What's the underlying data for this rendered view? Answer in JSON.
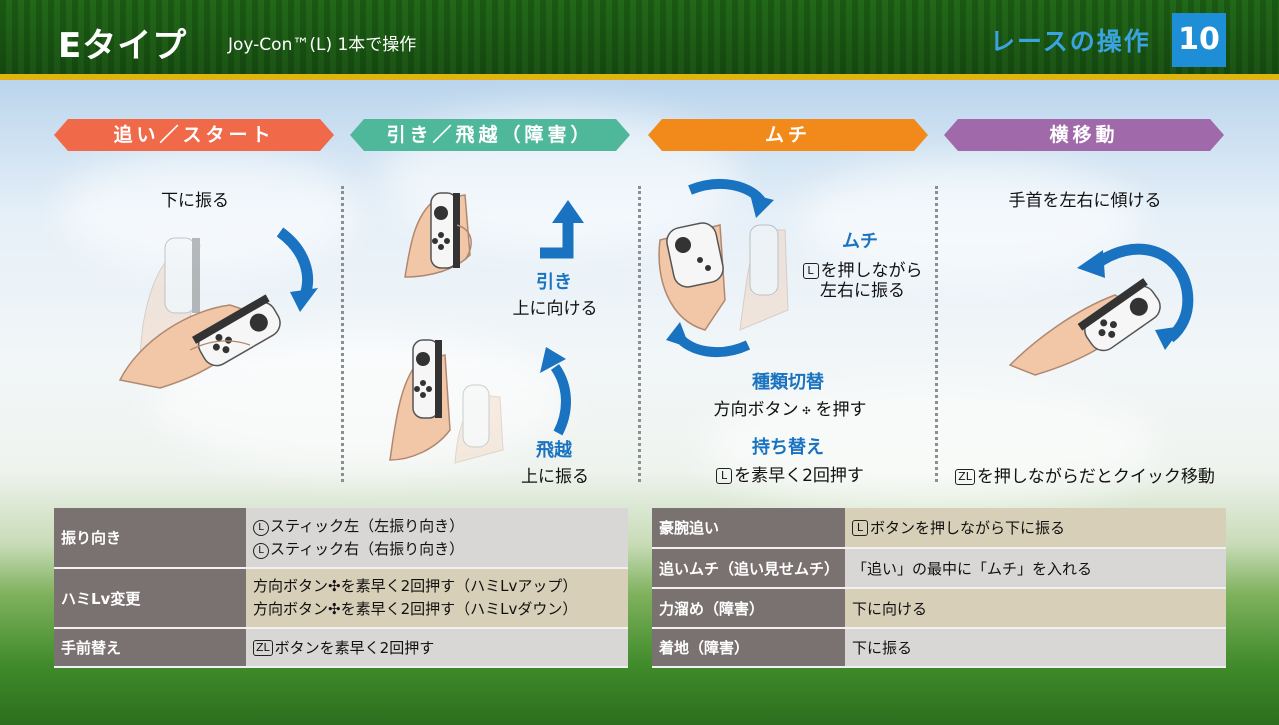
{
  "header": {
    "title": "Eタイプ",
    "subtitle": "Joy-Con™(L) 1本で操作",
    "chapter": "レースの操作",
    "page_number": "10"
  },
  "sections": [
    {
      "banner": "追い／スタート",
      "color": "#f06a4a"
    },
    {
      "banner": "引き／飛越（障害）",
      "color": "#4fb89a"
    },
    {
      "banner": "ムチ",
      "color": "#f18a1b"
    },
    {
      "banner": "横移動",
      "color": "#a069a9"
    }
  ],
  "oi": {
    "instruction": "下に振る"
  },
  "hiki": {
    "pull_title": "引き",
    "pull_desc": "上に向ける",
    "jump_title": "飛越",
    "jump_desc": "上に振る"
  },
  "muchi": {
    "whip_title": "ムチ",
    "whip_key": "L",
    "whip_desc_1": "を押しながら",
    "whip_desc_2": "左右に振る",
    "switch_title": "種類切替",
    "switch_desc_a": "方向ボタン",
    "switch_desc_b": "を押す",
    "grip_title": "持ち替え",
    "grip_key": "L",
    "grip_desc": "を素早く2回押す"
  },
  "side": {
    "instruction": "手首を左右に傾ける",
    "quick_key": "ZL",
    "quick_desc": "を押しながらだとクイック移動"
  },
  "table_left": [
    {
      "head": "振り向き",
      "key": "L",
      "line1": "スティック左（左振り向き）",
      "line2": "スティック右（右振り向き）"
    },
    {
      "head": "ハミLv変更",
      "pre": "方向ボタン",
      "line1": "を素早く2回押す（ハミLvアップ）",
      "line2": "を素早く2回押す（ハミLvダウン）"
    },
    {
      "head": "手前替え",
      "key": "ZL",
      "line1": "ボタンを素早く2回押す"
    }
  ],
  "table_right": [
    {
      "head": "豪腕追い",
      "key": "L",
      "value": "ボタンを押しながら下に振る"
    },
    {
      "head": "追いムチ（追い見せムチ）",
      "value": "「追い」の最中に「ムチ」を入れる"
    },
    {
      "head": "力溜め（障害）",
      "value": "下に向ける"
    },
    {
      "head": "着地（障害）",
      "value": "下に振る"
    }
  ]
}
